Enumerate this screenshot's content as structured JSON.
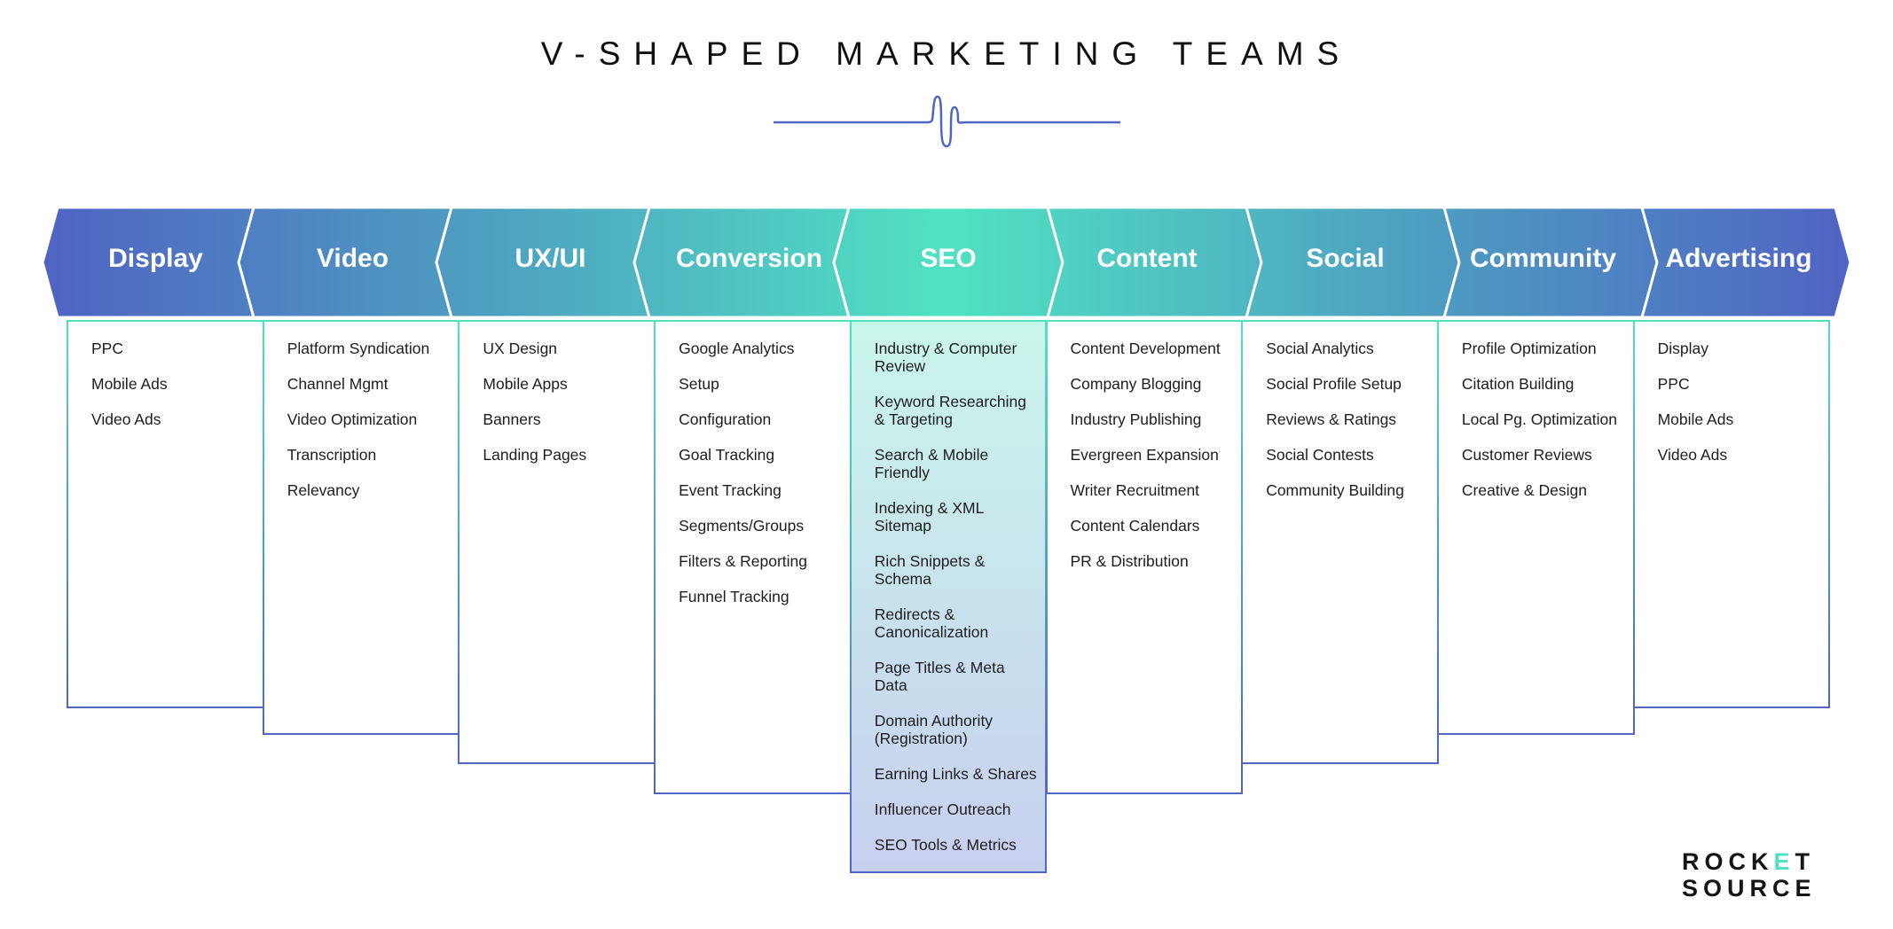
{
  "title": "V-SHAPED MARKETING TEAMS",
  "colors": {
    "edge": "#4f66c3",
    "center": "#50e2c2",
    "text": "#1d1d1f"
  },
  "teams": [
    {
      "name": "Display",
      "items": [
        "PPC",
        "Mobile Ads",
        "Video Ads"
      ]
    },
    {
      "name": "Video",
      "items": [
        "Platform Syndication",
        "Channel Mgmt",
        "Video Optimization",
        "Transcription",
        "Relevancy"
      ]
    },
    {
      "name": "UX/UI",
      "items": [
        "UX Design",
        "Mobile Apps",
        "Banners",
        "Landing Pages"
      ]
    },
    {
      "name": "Conversion",
      "items": [
        "Google Analytics",
        "Setup",
        "Configuration",
        "Goal Tracking",
        "Event Tracking",
        "Segments/Groups",
        "Filters & Reporting",
        "Funnel Tracking"
      ]
    },
    {
      "name": "SEO",
      "items": [
        "Industry & Computer Review",
        "Keyword Researching & Targeting",
        "Search & Mobile Friendly",
        "Indexing & XML Sitemap",
        "Rich Snippets & Schema",
        "Redirects & Canonicalization",
        "Page Titles & Meta Data",
        "Domain Authority (Registration)",
        "Earning Links & Shares",
        "Influencer Outreach",
        "SEO Tools & Metrics"
      ]
    },
    {
      "name": "Content",
      "items": [
        "Content Development",
        "Company Blogging",
        "Industry Publishing",
        "Evergreen Expansion",
        "Writer Recruitment",
        "Content Calendars",
        "PR & Distribution"
      ]
    },
    {
      "name": "Social",
      "items": [
        "Social Analytics",
        "Social Profile Setup",
        "Reviews & Ratings",
        "Social Contests",
        "Community Building"
      ]
    },
    {
      "name": "Community",
      "items": [
        "Profile Optimization",
        "Citation Building",
        "Local Pg. Optimization",
        "Customer Reviews",
        "Creative & Design"
      ]
    },
    {
      "name": "Advertising",
      "items": [
        "Display",
        "PPC",
        "Mobile Ads",
        "Video Ads"
      ]
    }
  ],
  "logo": {
    "line1": "ROCKET",
    "line2": "SOURCE"
  }
}
